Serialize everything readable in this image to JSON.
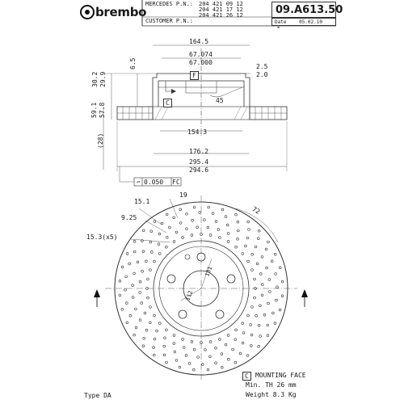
{
  "header": {
    "brand": "brembo",
    "mercedes_label": "MERCEDES P.N.:",
    "mercedes_pn": [
      "204 421 09 12",
      "204 421 17 12",
      "204 421 26 12"
    ],
    "customer_label": "CUSTOMER P.N.:",
    "customer_pn": "",
    "part_number": "09.A613.50",
    "part_suffix": "-",
    "date_label": "Date",
    "date_value": "05.02.10"
  },
  "section_view": {
    "dims": {
      "top_width": "164.5",
      "hat_outer_a": "67.074",
      "hat_outer_b": "67.000",
      "thk_a": "2.5",
      "thk_b": "2.0",
      "height_a": "6.5",
      "height_b": "30.2",
      "height_c": "29.9",
      "overall_a": "59.1",
      "overall_b": "57.8",
      "ref_28": "(28)",
      "angle": "45",
      "inner_dia": "154.3",
      "dia_176": "176.2",
      "outer_a": "295.4",
      "outer_b": "294.6",
      "flatness": "0.050",
      "flatness_ref": "FC",
      "datum_f": "F",
      "face_c": "C"
    }
  },
  "front_view": {
    "dims": {
      "d_15_1": "15.1",
      "d_19": "19",
      "d_72": "72",
      "d_9_25": "9.25",
      "d_15_3": "15.3(x5)",
      "d_131": "131",
      "d_112": "112"
    }
  },
  "notes": {
    "mounting_symbol": "C",
    "mounting_face": "MOUNTING FACE",
    "min_thickness": "Min. TH 26 mm",
    "weight": "Weight 8.3 Kg",
    "type": "Type DA"
  }
}
